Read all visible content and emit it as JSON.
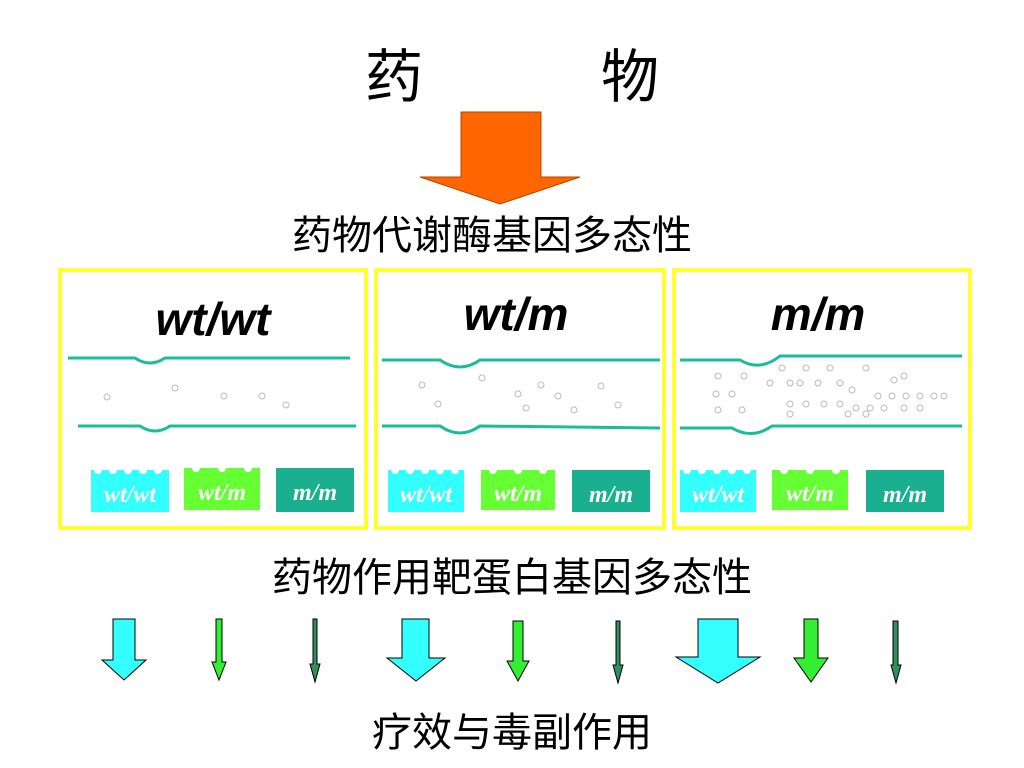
{
  "title": "药　物",
  "enzyme_label": "药物代谢酶基因多态性",
  "target_label": "药物作用靶蛋白基因多态性",
  "outcome_label": "疗效与毒副作用",
  "panels": [
    {
      "genotype": "wt/wt",
      "chips": [
        "wt/wt",
        "wt/m",
        "m/m"
      ]
    },
    {
      "genotype": "wt/m",
      "chips": [
        "wt/wt",
        "wt/m",
        "m/m"
      ]
    },
    {
      "genotype": "m/m",
      "chips": [
        "wt/wt",
        "wt/m",
        "m/m"
      ]
    }
  ],
  "colors": {
    "main_arrow": "#ff6600",
    "panel_border": "#ffff33",
    "vessel": "#1abc9c",
    "chip_wt_wt": "#33ffff",
    "chip_wt_m": "#66ff33",
    "chip_m_m": "#1aaf8f",
    "arrow_cyan": "#33ffff",
    "arrow_green": "#33ee33",
    "arrow_dark": "#2f8f5f"
  }
}
